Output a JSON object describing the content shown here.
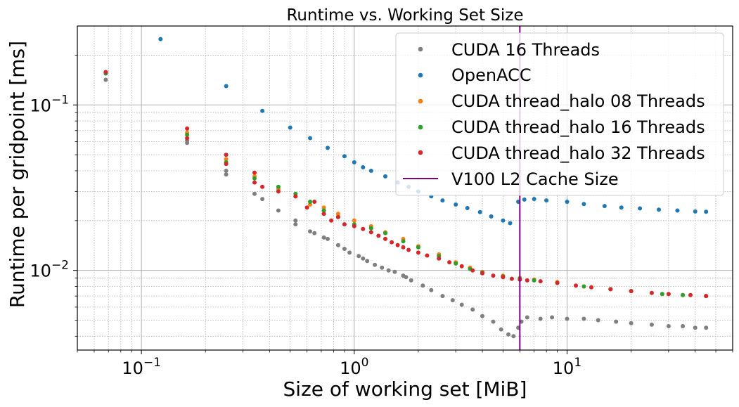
{
  "chart_data": {
    "type": "scatter",
    "title": "Runtime vs. Working Set Size",
    "xlabel": "Size of working set [MiB]",
    "ylabel": "Runtime per gridpoint [ms]",
    "x_scale": "log",
    "y_scale": "log",
    "xlim": [
      0.05,
      60
    ],
    "ylim": [
      0.0033,
      0.3
    ],
    "x_ticks": [
      {
        "value": 0.1,
        "base": "10",
        "exp": "−1"
      },
      {
        "value": 1,
        "base": "10",
        "exp": "0"
      },
      {
        "value": 10,
        "base": "10",
        "exp": "1"
      }
    ],
    "y_ticks": [
      {
        "value": 0.01,
        "base": "10",
        "exp": "−2"
      },
      {
        "value": 0.1,
        "base": "10",
        "exp": "−1"
      }
    ],
    "grid": {
      "major": true,
      "minor": true
    },
    "legend_position": "top-right",
    "vline": {
      "name": "V100 L2 Cache Size",
      "x": 6.0,
      "color": "#800080"
    },
    "series": [
      {
        "name": "CUDA 16 Threads",
        "color": "#7f7f7f",
        "points": [
          [
            0.068,
            0.142
          ],
          [
            0.164,
            0.061
          ],
          [
            0.164,
            0.059
          ],
          [
            0.25,
            0.04
          ],
          [
            0.25,
            0.038
          ],
          [
            0.34,
            0.029
          ],
          [
            0.37,
            0.027
          ],
          [
            0.44,
            0.023
          ],
          [
            0.53,
            0.02
          ],
          [
            0.53,
            0.019
          ],
          [
            0.62,
            0.0172
          ],
          [
            0.65,
            0.0168
          ],
          [
            0.72,
            0.0158
          ],
          [
            0.75,
            0.0155
          ],
          [
            0.84,
            0.0142
          ],
          [
            0.9,
            0.0135
          ],
          [
            0.95,
            0.0128
          ],
          [
            1.05,
            0.0122
          ],
          [
            1.1,
            0.0118
          ],
          [
            1.15,
            0.0114
          ],
          [
            1.25,
            0.0108
          ],
          [
            1.35,
            0.0104
          ],
          [
            1.45,
            0.01
          ],
          [
            1.55,
            0.0098
          ],
          [
            1.7,
            0.0093
          ],
          [
            1.75,
            0.0091
          ],
          [
            1.85,
            0.0087
          ],
          [
            2.1,
            0.0081
          ],
          [
            2.3,
            0.0076
          ],
          [
            2.6,
            0.007
          ],
          [
            2.9,
            0.0066
          ],
          [
            3.2,
            0.0062
          ],
          [
            3.6,
            0.0058
          ],
          [
            4.0,
            0.0053
          ],
          [
            4.5,
            0.0049
          ],
          [
            4.9,
            0.0044
          ],
          [
            5.3,
            0.0041
          ],
          [
            5.6,
            0.004
          ],
          [
            5.9,
            0.0045
          ],
          [
            6.1,
            0.0049
          ],
          [
            6.5,
            0.0052
          ],
          [
            7.5,
            0.0051
          ],
          [
            8.5,
            0.0052
          ],
          [
            10.0,
            0.0051
          ],
          [
            12.0,
            0.0051
          ],
          [
            14.0,
            0.005
          ],
          [
            17.0,
            0.0049
          ],
          [
            20.0,
            0.0048
          ],
          [
            25.0,
            0.0047
          ],
          [
            30.0,
            0.0046
          ],
          [
            35.0,
            0.0046
          ],
          [
            40.0,
            0.0045
          ],
          [
            45.0,
            0.0045
          ]
        ]
      },
      {
        "name": "OpenACC",
        "color": "#1f77b4",
        "points": [
          [
            0.068,
            0.155
          ],
          [
            0.123,
            0.25
          ],
          [
            0.25,
            0.13
          ],
          [
            0.37,
            0.092
          ],
          [
            0.5,
            0.073
          ],
          [
            0.62,
            0.063
          ],
          [
            0.75,
            0.055
          ],
          [
            0.9,
            0.049
          ],
          [
            1.0,
            0.045
          ],
          [
            1.1,
            0.042
          ],
          [
            1.2,
            0.04
          ],
          [
            1.4,
            0.037
          ],
          [
            1.6,
            0.034
          ],
          [
            1.8,
            0.032
          ],
          [
            2.0,
            0.03
          ],
          [
            2.3,
            0.028
          ],
          [
            2.6,
            0.0265
          ],
          [
            3.0,
            0.025
          ],
          [
            3.4,
            0.0238
          ],
          [
            3.9,
            0.0225
          ],
          [
            4.4,
            0.0212
          ],
          [
            5.0,
            0.02
          ],
          [
            5.4,
            0.0193
          ],
          [
            5.9,
            0.026
          ],
          [
            6.3,
            0.0268
          ],
          [
            7.0,
            0.027
          ],
          [
            8.0,
            0.0265
          ],
          [
            10.0,
            0.026
          ],
          [
            12.0,
            0.0252
          ],
          [
            15.0,
            0.0245
          ],
          [
            18.0,
            0.024
          ],
          [
            22.0,
            0.0237
          ],
          [
            27.0,
            0.0233
          ],
          [
            33.0,
            0.023
          ],
          [
            40.0,
            0.0227
          ],
          [
            45.0,
            0.0226
          ]
        ]
      },
      {
        "name": "CUDA thread_halo 08 Threads",
        "color": "#ff7f0e",
        "points": [
          [
            0.068,
            0.157
          ],
          [
            0.164,
            0.068
          ],
          [
            0.25,
            0.047
          ],
          [
            0.34,
            0.037
          ],
          [
            0.44,
            0.031
          ],
          [
            0.53,
            0.028
          ],
          [
            0.62,
            0.025
          ],
          [
            0.72,
            0.024
          ],
          [
            0.84,
            0.022
          ],
          [
            1.0,
            0.02
          ],
          [
            1.2,
            0.0185
          ],
          [
            1.4,
            0.017
          ],
          [
            1.7,
            0.0155
          ],
          [
            2.0,
            0.014
          ],
          [
            2.5,
            0.0125
          ],
          [
            3.0,
            0.0112
          ],
          [
            3.5,
            0.0104
          ],
          [
            4.0,
            0.0098
          ],
          [
            5.0,
            0.0093
          ],
          [
            6.0,
            0.009
          ],
          [
            7.0,
            0.0088
          ],
          [
            9.0,
            0.0085
          ],
          [
            12.0,
            0.008
          ],
          [
            16.0,
            0.0077
          ],
          [
            20.0,
            0.0075
          ],
          [
            28.0,
            0.0072
          ],
          [
            35.0,
            0.0071
          ],
          [
            45.0,
            0.007
          ]
        ]
      },
      {
        "name": "CUDA thread_halo 16 Threads",
        "color": "#2ca02c",
        "points": [
          [
            0.068,
            0.156
          ],
          [
            0.164,
            0.066
          ],
          [
            0.25,
            0.045
          ],
          [
            0.34,
            0.036
          ],
          [
            0.44,
            0.032
          ],
          [
            0.53,
            0.029
          ],
          [
            0.62,
            0.026
          ],
          [
            0.72,
            0.023
          ],
          [
            0.84,
            0.021
          ],
          [
            1.0,
            0.019
          ],
          [
            1.2,
            0.018
          ],
          [
            1.4,
            0.0168
          ],
          [
            1.7,
            0.015
          ],
          [
            2.0,
            0.0138
          ],
          [
            2.5,
            0.0122
          ],
          [
            3.0,
            0.011
          ],
          [
            3.5,
            0.0102
          ],
          [
            4.0,
            0.0097
          ],
          [
            5.0,
            0.0092
          ],
          [
            6.0,
            0.0089
          ],
          [
            7.0,
            0.0087
          ],
          [
            9.0,
            0.0084
          ],
          [
            12.0,
            0.008
          ],
          [
            16.0,
            0.0077
          ],
          [
            20.0,
            0.0075
          ],
          [
            28.0,
            0.0072
          ],
          [
            35.0,
            0.0071
          ],
          [
            45.0,
            0.007
          ]
        ]
      },
      {
        "name": "CUDA thread_halo 32 Threads",
        "color": "#d62728",
        "points": [
          [
            0.068,
            0.158
          ],
          [
            0.164,
            0.072
          ],
          [
            0.164,
            0.063
          ],
          [
            0.25,
            0.05
          ],
          [
            0.25,
            0.044
          ],
          [
            0.34,
            0.039
          ],
          [
            0.34,
            0.034
          ],
          [
            0.37,
            0.032
          ],
          [
            0.44,
            0.03
          ],
          [
            0.53,
            0.028
          ],
          [
            0.6,
            0.024
          ],
          [
            0.65,
            0.026
          ],
          [
            0.72,
            0.022
          ],
          [
            0.78,
            0.02
          ],
          [
            0.84,
            0.021
          ],
          [
            0.9,
            0.019
          ],
          [
            1.0,
            0.0185
          ],
          [
            1.1,
            0.0178
          ],
          [
            1.2,
            0.017
          ],
          [
            1.3,
            0.0162
          ],
          [
            1.4,
            0.0155
          ],
          [
            1.5,
            0.0148
          ],
          [
            1.6,
            0.0142
          ],
          [
            1.7,
            0.0138
          ],
          [
            1.8,
            0.0133
          ],
          [
            2.0,
            0.0128
          ],
          [
            2.2,
            0.0123
          ],
          [
            2.5,
            0.0118
          ],
          [
            2.8,
            0.0112
          ],
          [
            3.2,
            0.0106
          ],
          [
            3.6,
            0.01
          ],
          [
            4.0,
            0.0096
          ],
          [
            4.5,
            0.0093
          ],
          [
            5.0,
            0.0091
          ],
          [
            5.5,
            0.0089
          ],
          [
            6.0,
            0.0088
          ],
          [
            6.5,
            0.0087
          ],
          [
            7.5,
            0.0086
          ],
          [
            9.0,
            0.0084
          ],
          [
            11.0,
            0.0081
          ],
          [
            13.0,
            0.0079
          ],
          [
            16.0,
            0.0077
          ],
          [
            20.0,
            0.0075
          ],
          [
            25.0,
            0.0073
          ],
          [
            30.0,
            0.0072
          ],
          [
            38.0,
            0.0071
          ],
          [
            45.0,
            0.007
          ]
        ]
      }
    ]
  }
}
